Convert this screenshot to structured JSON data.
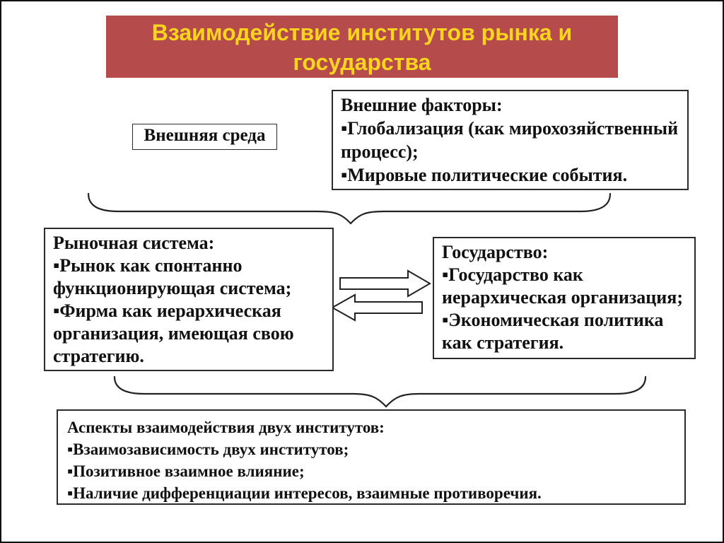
{
  "slide": {
    "background_color": "#ffffff",
    "border_color": "#111111",
    "title": {
      "lines": [
        "Взаимодействие институтов рынка и",
        "государства"
      ],
      "banner_color": "#b54b4b",
      "text_color": "#fad41f"
    }
  },
  "boxes": {
    "environment": {
      "label": "Внешняя среда"
    },
    "external_factors": {
      "lines": [
        "Внешние факторы:",
        "▪Глобализация (как мирохозяйственный",
        "процесс);",
        "▪Мировые политические события."
      ]
    },
    "market_system": {
      "lines": [
        "Рыночная система:",
        "▪Рынок как спонтанно",
        "функционирующая система;",
        "▪Фирма как иерархическая",
        "организация, имеющая свою",
        "стратегию."
      ]
    },
    "state": {
      "lines": [
        "Государство:",
        "▪Государство как",
        "иерархическая организация;",
        "▪Экономическая политика",
        "как стратегия."
      ]
    },
    "aspects": {
      "lines": [
        "Аспекты взаимодействия двух институтов:",
        "▪Взаимозависимость двух институтов;",
        "▪Позитивное взаимное влияние;",
        "▪Наличие дифференциации интересов, взаимные противоречия."
      ]
    }
  }
}
